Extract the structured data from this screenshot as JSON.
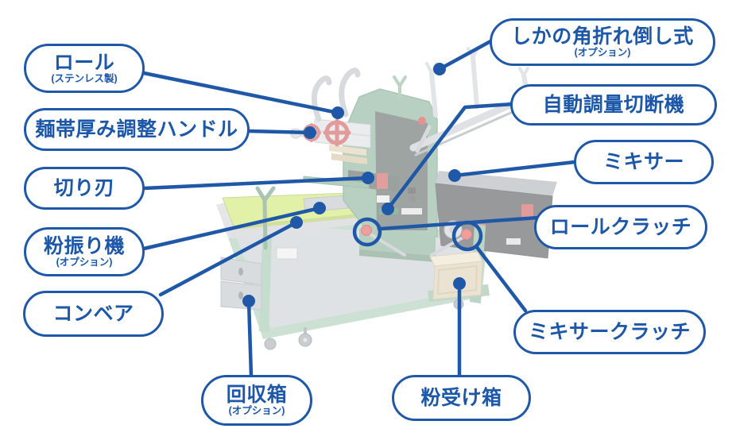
{
  "accent_color": "#2058a8",
  "diagram_title": "noodle machine parts diagram",
  "labels": [
    {
      "id": "roll",
      "text": "ロール",
      "sub": "(ステンレス製)"
    },
    {
      "id": "thickness-handle",
      "text": "麺帯厚み調整ハンドル"
    },
    {
      "id": "cutting-blade",
      "text": "切り刃"
    },
    {
      "id": "flour-sprinkler",
      "text": "粉振り機",
      "sub": "(オプション)"
    },
    {
      "id": "conveyor",
      "text": "コンベア"
    },
    {
      "id": "corner-fold-device",
      "text": "しかの角折れ倒し式",
      "sub": "(オプション)"
    },
    {
      "id": "auto-measure-cutter",
      "text": "自動調量切断機"
    },
    {
      "id": "mixer",
      "text": "ミキサー"
    },
    {
      "id": "roll-clutch",
      "text": "ロールクラッチ"
    },
    {
      "id": "mixer-clutch",
      "text": "ミキサークラッチ"
    },
    {
      "id": "collection-box",
      "text": "回収箱",
      "sub": "(オプション)"
    },
    {
      "id": "flour-receiving-box",
      "text": "粉受け箱"
    }
  ]
}
